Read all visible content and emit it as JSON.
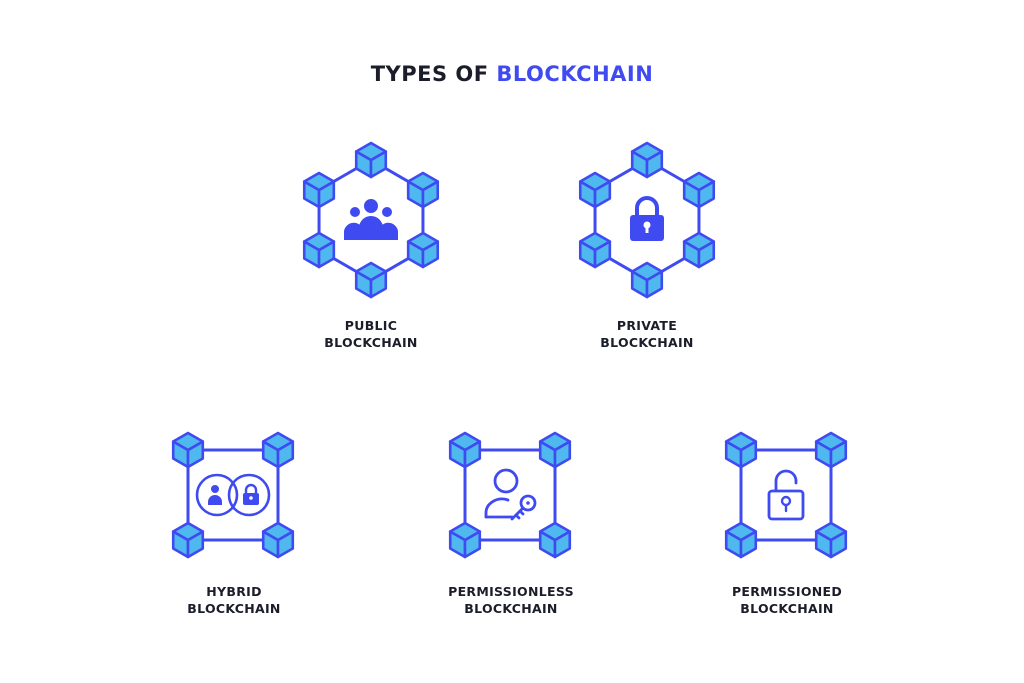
{
  "header": {
    "title_prefix": "TYPES OF",
    "title_accent": "BLOCKCHAIN"
  },
  "colors": {
    "primary": "#3f4bf0",
    "cube_fill": "#4fb8ef",
    "text_dark": "#1b1d2b"
  },
  "types": [
    {
      "line1": "PUBLIC",
      "line2": "BLOCKCHAIN",
      "icon": "people-group-icon",
      "network": "hexagon"
    },
    {
      "line1": "PRIVATE",
      "line2": "BLOCKCHAIN",
      "icon": "lock-icon",
      "network": "hexagon"
    },
    {
      "line1": "HYBRID",
      "line2": "BLOCKCHAIN",
      "icon": "user-and-lock-icon",
      "network": "square"
    },
    {
      "line1": "PERMISSIONLESS",
      "line2": "BLOCKCHAIN",
      "icon": "user-key-icon",
      "network": "square"
    },
    {
      "line1": "PERMISSIONED",
      "line2": "BLOCKCHAIN",
      "icon": "open-lock-icon",
      "network": "square"
    }
  ]
}
